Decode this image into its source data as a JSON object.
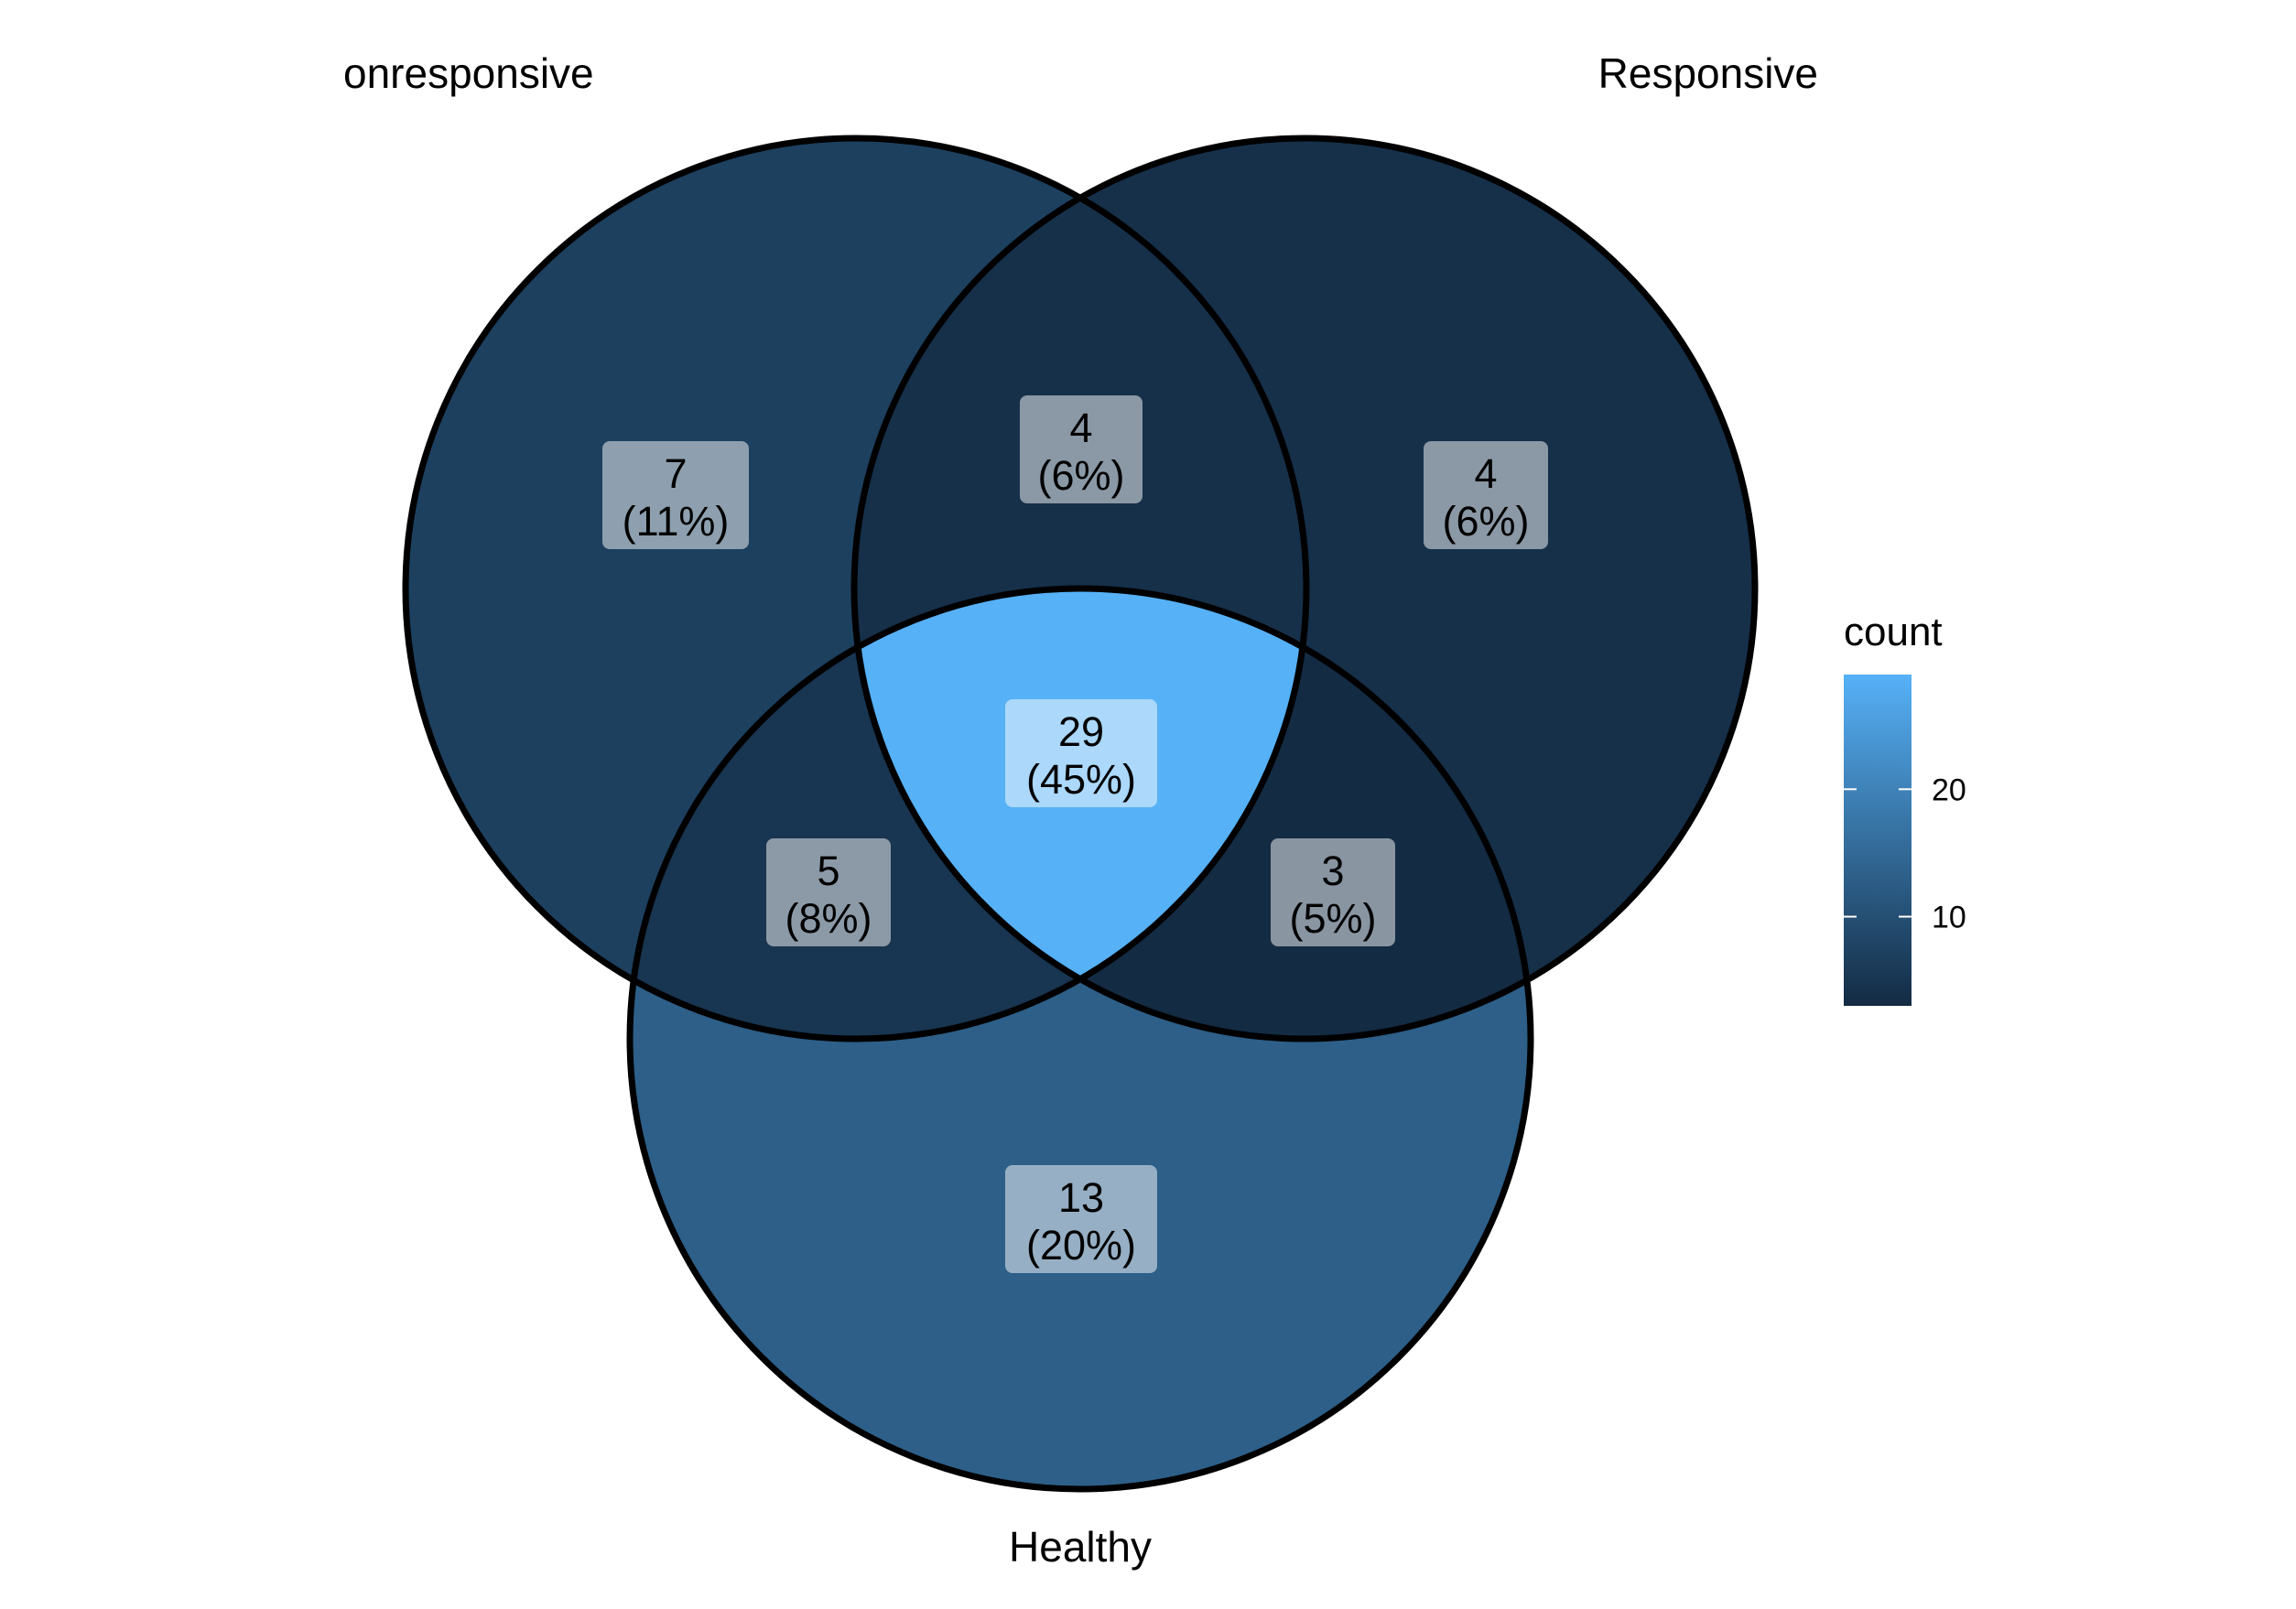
{
  "sets": {
    "nonresponsive": "onresponsive",
    "responsive": "Responsive",
    "healthy": "Healthy"
  },
  "regions": [
    {
      "id": "nonresponsive-only",
      "count": "7",
      "percent": "(11%)",
      "value": 7
    },
    {
      "id": "nonresponsive-responsive",
      "count": "4",
      "percent": "(6%)",
      "value": 4
    },
    {
      "id": "responsive-only",
      "count": "4",
      "percent": "(6%)",
      "value": 4
    },
    {
      "id": "all-three",
      "count": "29",
      "percent": "(45%)",
      "value": 29
    },
    {
      "id": "nonresponsive-healthy",
      "count": "5",
      "percent": "(8%)",
      "value": 5
    },
    {
      "id": "responsive-healthy",
      "count": "3",
      "percent": "(5%)",
      "value": 3
    },
    {
      "id": "healthy-only",
      "count": "13",
      "percent": "(20%)",
      "value": 13
    }
  ],
  "legend": {
    "title": "count",
    "ticks": [
      {
        "label": "10",
        "value": 10
      },
      {
        "label": "20",
        "value": 20
      }
    ],
    "range": [
      3,
      29
    ],
    "color_low": "#132B43",
    "color_high": "#56B1F7"
  }
}
